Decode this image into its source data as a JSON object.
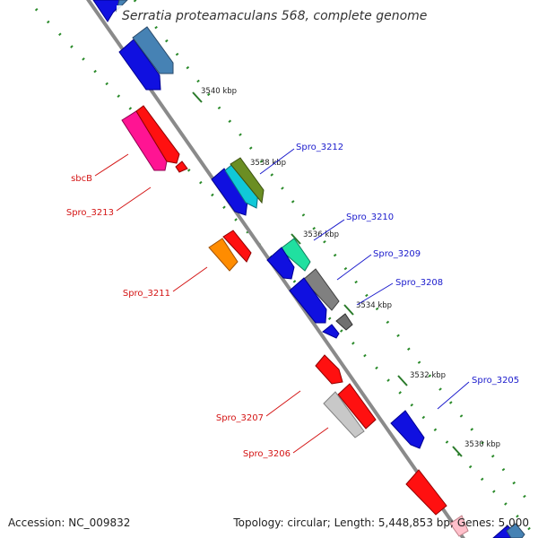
{
  "title": "Serratia proteamaculans 568, complete genome",
  "footer": {
    "accession": "Accession: NC_009832",
    "summary": "Topology: circular; Length: 5,448,853 bp; Genes: 5,000"
  },
  "colors": {
    "backbone": "#707070",
    "tick": "#2a7a2a",
    "dot": "#2a8a2a",
    "forward_label": "#1a1acc",
    "reverse_label": "#d41414"
  },
  "ticks": [
    {
      "label": "3540 kbp"
    },
    {
      "label": "3538 kbp"
    },
    {
      "label": "3536 kbp"
    },
    {
      "label": "3534 kbp"
    },
    {
      "label": "3532 kbp"
    },
    {
      "label": "3530 kbp"
    }
  ],
  "gene_labels": [
    {
      "text": "Spro_3212",
      "strand": "forward"
    },
    {
      "text": "Spro_3210",
      "strand": "forward"
    },
    {
      "text": "Spro_3209",
      "strand": "forward"
    },
    {
      "text": "Spro_3208",
      "strand": "forward"
    },
    {
      "text": "Spro_3205",
      "strand": "forward"
    },
    {
      "text": "sbcB",
      "strand": "reverse"
    },
    {
      "text": "Spro_3213",
      "strand": "reverse"
    },
    {
      "text": "Spro_3211",
      "strand": "reverse"
    },
    {
      "text": "Spro_3207",
      "strand": "reverse"
    },
    {
      "text": "Spro_3206",
      "strand": "reverse"
    }
  ]
}
